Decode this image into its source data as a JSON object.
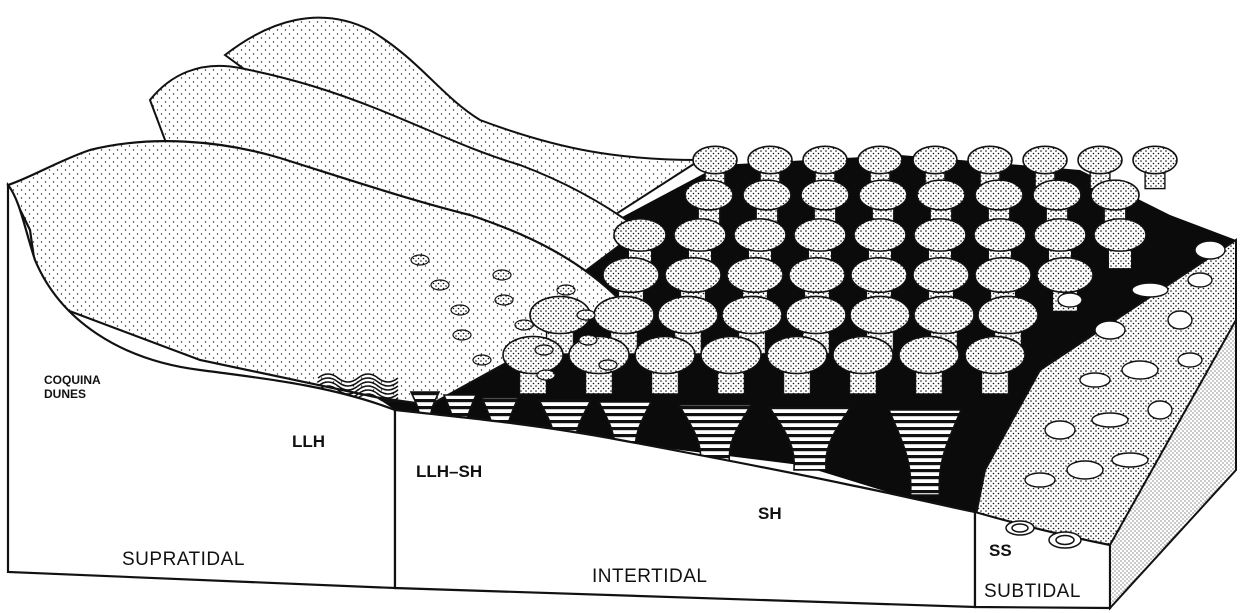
{
  "labels": {
    "coquina_dunes_line1": "COQUINA",
    "coquina_dunes_line2": "DUNES",
    "llh": "LLH",
    "llh_sh": "LLH–SH",
    "sh": "SH",
    "ss": "SS",
    "supratidal": "SUPRATIDAL",
    "intertidal": "INTERTIDAL",
    "subtidal": "SUBTIDAL"
  },
  "colors": {
    "ink": "#111111",
    "paper": "#ffffff"
  }
}
